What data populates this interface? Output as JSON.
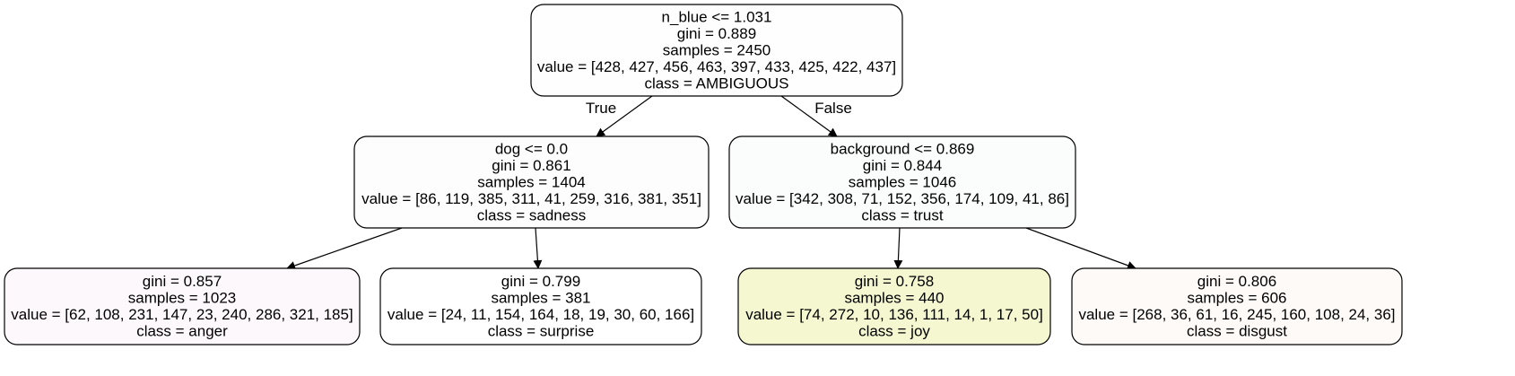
{
  "tree": {
    "nodes": [
      {
        "id": "root",
        "lines": [
          "n_blue <= 1.031",
          "gini = 0.889",
          "samples = 2450",
          "value = [428, 427, 456, 463, 397, 433, 425, 422, 437]",
          "class = AMBIGUOUS"
        ],
        "fill": "#fefefe"
      },
      {
        "id": "left",
        "lines": [
          "dog <= 0.0",
          "gini = 0.861",
          "samples = 1404",
          "value = [86, 119, 385, 311, 41, 259, 316, 381, 351]",
          "class = sadness"
        ],
        "fill": "#fdfdfd"
      },
      {
        "id": "right",
        "lines": [
          "background <= 0.869",
          "gini = 0.844",
          "samples = 1046",
          "value = [342, 308, 71, 152, 356, 174, 109, 41, 86]",
          "class = trust"
        ],
        "fill": "#fbfdfc"
      },
      {
        "id": "leaf1",
        "lines": [
          "gini = 0.857",
          "samples = 1023",
          "value = [62, 108, 231, 147, 23, 240, 286, 321, 185]",
          "class = anger"
        ],
        "fill": "#fdf8fc"
      },
      {
        "id": "leaf2",
        "lines": [
          "gini = 0.799",
          "samples = 381",
          "value = [24, 11, 154, 164, 18, 19, 30, 60, 166]",
          "class = surprise"
        ],
        "fill": "#ffffff"
      },
      {
        "id": "leaf3",
        "lines": [
          "gini = 0.758",
          "samples = 440",
          "value = [74, 272, 10, 136, 111, 14, 1, 17, 50]",
          "class = joy"
        ],
        "fill": "#f5f7d1"
      },
      {
        "id": "leaf4",
        "lines": [
          "gini = 0.806",
          "samples = 606",
          "value = [268, 36, 61, 16, 245, 160, 108, 24, 36]",
          "class = disgust"
        ],
        "fill": "#fefaf7"
      }
    ],
    "edges": [
      {
        "from": "root",
        "to": "left",
        "label": "True"
      },
      {
        "from": "root",
        "to": "right",
        "label": "False"
      },
      {
        "from": "left",
        "to": "leaf1",
        "label": ""
      },
      {
        "from": "left",
        "to": "leaf2",
        "label": ""
      },
      {
        "from": "right",
        "to": "leaf3",
        "label": ""
      },
      {
        "from": "right",
        "to": "leaf4",
        "label": ""
      }
    ]
  }
}
